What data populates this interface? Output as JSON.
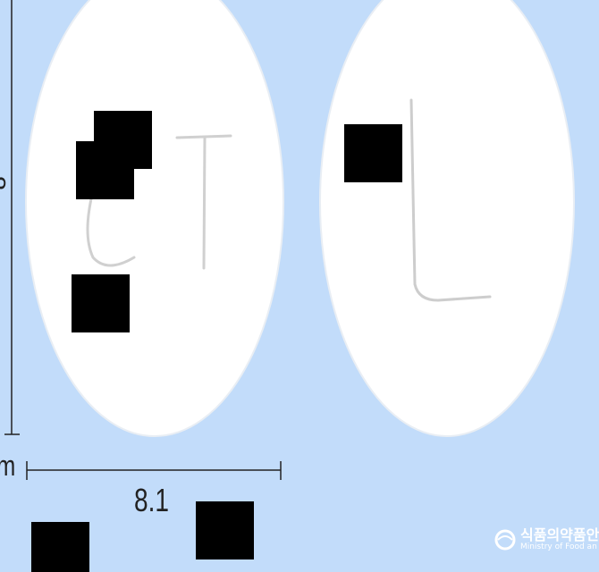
{
  "image": {
    "subject": "two white round tablets photographed on a light blue background with dimension markings",
    "background_color": "#c2dcfa",
    "tablet_color": "#ffffff",
    "imprint_color": "#d2d2d2",
    "mask_color": "#000000"
  },
  "dimensions": {
    "width_value": "8.1",
    "unit_fragment": "m",
    "height_fragment": "8"
  },
  "tablets": [
    {
      "side": "front",
      "imprint": "CT"
    },
    {
      "side": "back",
      "imprint": "L"
    }
  ],
  "watermark": {
    "korean_text": "식품의약품안",
    "english_text": "Ministry of Food an"
  }
}
